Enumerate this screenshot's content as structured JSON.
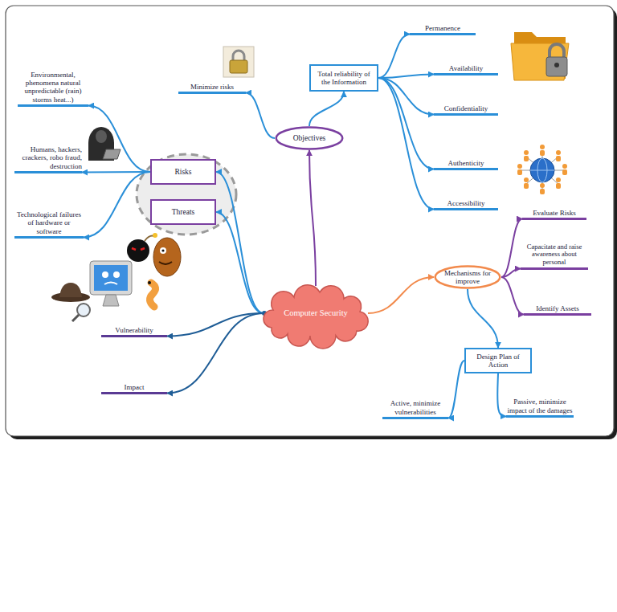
{
  "diagram": {
    "nodes": [
      {
        "text": [
          "Computer Security"
        ]
      },
      {
        "text": [
          "Objectives"
        ]
      },
      {
        "text": [
          "Minimize risks"
        ]
      },
      {
        "text": [
          "Total reliability of the Information"
        ]
      },
      {
        "text": [
          "Permanence"
        ]
      },
      {
        "text": [
          "Availability"
        ]
      },
      {
        "text": [
          "Confidentiality"
        ]
      },
      {
        "text": [
          "Authenticity"
        ]
      },
      {
        "text": [
          "Accessibility"
        ]
      },
      {
        "text": [
          "Risks"
        ]
      },
      {
        "text": [
          "Threats"
        ]
      },
      {
        "text": [
          "Environmental, phenomena natural unpredictable (rain) storms heat...)"
        ]
      },
      {
        "text": [
          "Humans, hackers, crackers, robo fraud, destruction"
        ]
      },
      {
        "text": [
          "Technological failures of hardware or software"
        ]
      },
      {
        "text": [
          "Vulnerability"
        ]
      },
      {
        "text": [
          "Impact"
        ]
      },
      {
        "text": [
          "Mechanisms for improve"
        ]
      },
      {
        "text": [
          "Evaluate Risks"
        ]
      },
      {
        "text": [
          "Capacitate and raise awareness about personal"
        ]
      },
      {
        "text": [
          "Identify Assets"
        ]
      },
      {
        "text": [
          "Design Plan of Action"
        ]
      },
      {
        "text": [
          "Active, minimize vulnerabilities"
        ]
      },
      {
        "text": [
          "Passive, minimize impact of the damages"
        ]
      }
    ],
    "edges": [
      {
        "from": 0,
        "to": 1,
        "arrow": "to"
      },
      {
        "from": 1,
        "to": 2,
        "arrow": "to"
      },
      {
        "from": 1,
        "to": 3,
        "arrow": "to"
      },
      {
        "from": 3,
        "to": 4,
        "arrow": "to"
      },
      {
        "from": 3,
        "to": 5,
        "arrow": "to"
      },
      {
        "from": 3,
        "to": 6,
        "arrow": "to"
      },
      {
        "from": 3,
        "to": 7,
        "arrow": "to"
      },
      {
        "from": 3,
        "to": 8,
        "arrow": "to"
      },
      {
        "from": 0,
        "to": 9,
        "arrow": "to"
      },
      {
        "from": 0,
        "to": 10,
        "arrow": "to"
      },
      {
        "from": 9,
        "to": 11,
        "arrow": "to"
      },
      {
        "from": 9,
        "to": 12,
        "arrow": "to"
      },
      {
        "from": 9,
        "to": 13,
        "arrow": "to"
      },
      {
        "from": 0,
        "to": 14,
        "arrow": "to"
      },
      {
        "from": 0,
        "to": 15,
        "arrow": "to"
      },
      {
        "from": 0,
        "to": 16,
        "arrow": "to"
      },
      {
        "from": 16,
        "to": 17,
        "arrow": "to"
      },
      {
        "from": 16,
        "to": 18,
        "arrow": "to"
      },
      {
        "from": 16,
        "to": 19,
        "arrow": "to"
      },
      {
        "from": 16,
        "to": 20,
        "arrow": "to"
      },
      {
        "from": 20,
        "to": 21,
        "arrow": "to"
      },
      {
        "from": 20,
        "to": 22,
        "arrow": "to"
      }
    ]
  }
}
